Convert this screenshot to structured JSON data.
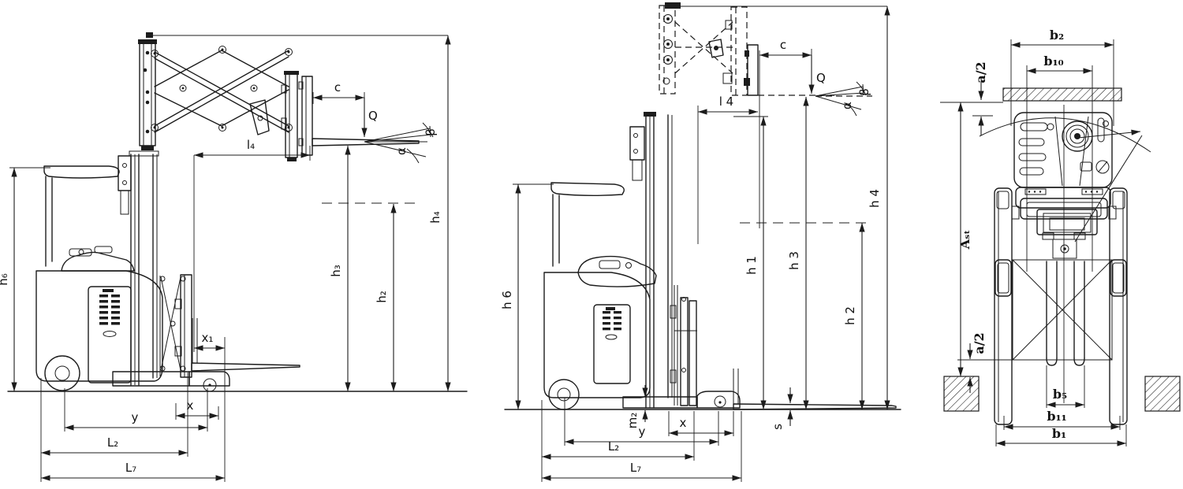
{
  "drawing": {
    "background": "#ffffff",
    "line_color": "#1c1c1c",
    "views": {
      "left": {
        "labels": {
          "h6": "h₆",
          "h4": "h₄",
          "h3": "h₃",
          "h2": "h₂",
          "l4": "l₄",
          "c": "c",
          "Q": "Q",
          "alpha": "α",
          "beta": "β",
          "x1": "x₁",
          "x": "x",
          "y": "y",
          "L2": "L₂",
          "L7": "L₇"
        }
      },
      "middle": {
        "labels": {
          "h6": "h 6",
          "h1": "h 1",
          "h3": "h 3",
          "h2": "h 2",
          "h4": "h 4",
          "l4": "l 4",
          "c": "c",
          "Q": "Q",
          "alpha": "α",
          "beta": "β",
          "m2": "m₂",
          "s": "s",
          "x": "x",
          "y": "y",
          "L2": "L₂",
          "L7": "L₇"
        }
      },
      "right": {
        "labels": {
          "b2": "b₂",
          "b10": "b₁₀",
          "a2_top": "a/2",
          "Ast": "Aₛₜ",
          "a2_bottom": "a/2",
          "b5": "b₅",
          "b11": "b₁₁",
          "b1": "b₁"
        }
      }
    }
  }
}
